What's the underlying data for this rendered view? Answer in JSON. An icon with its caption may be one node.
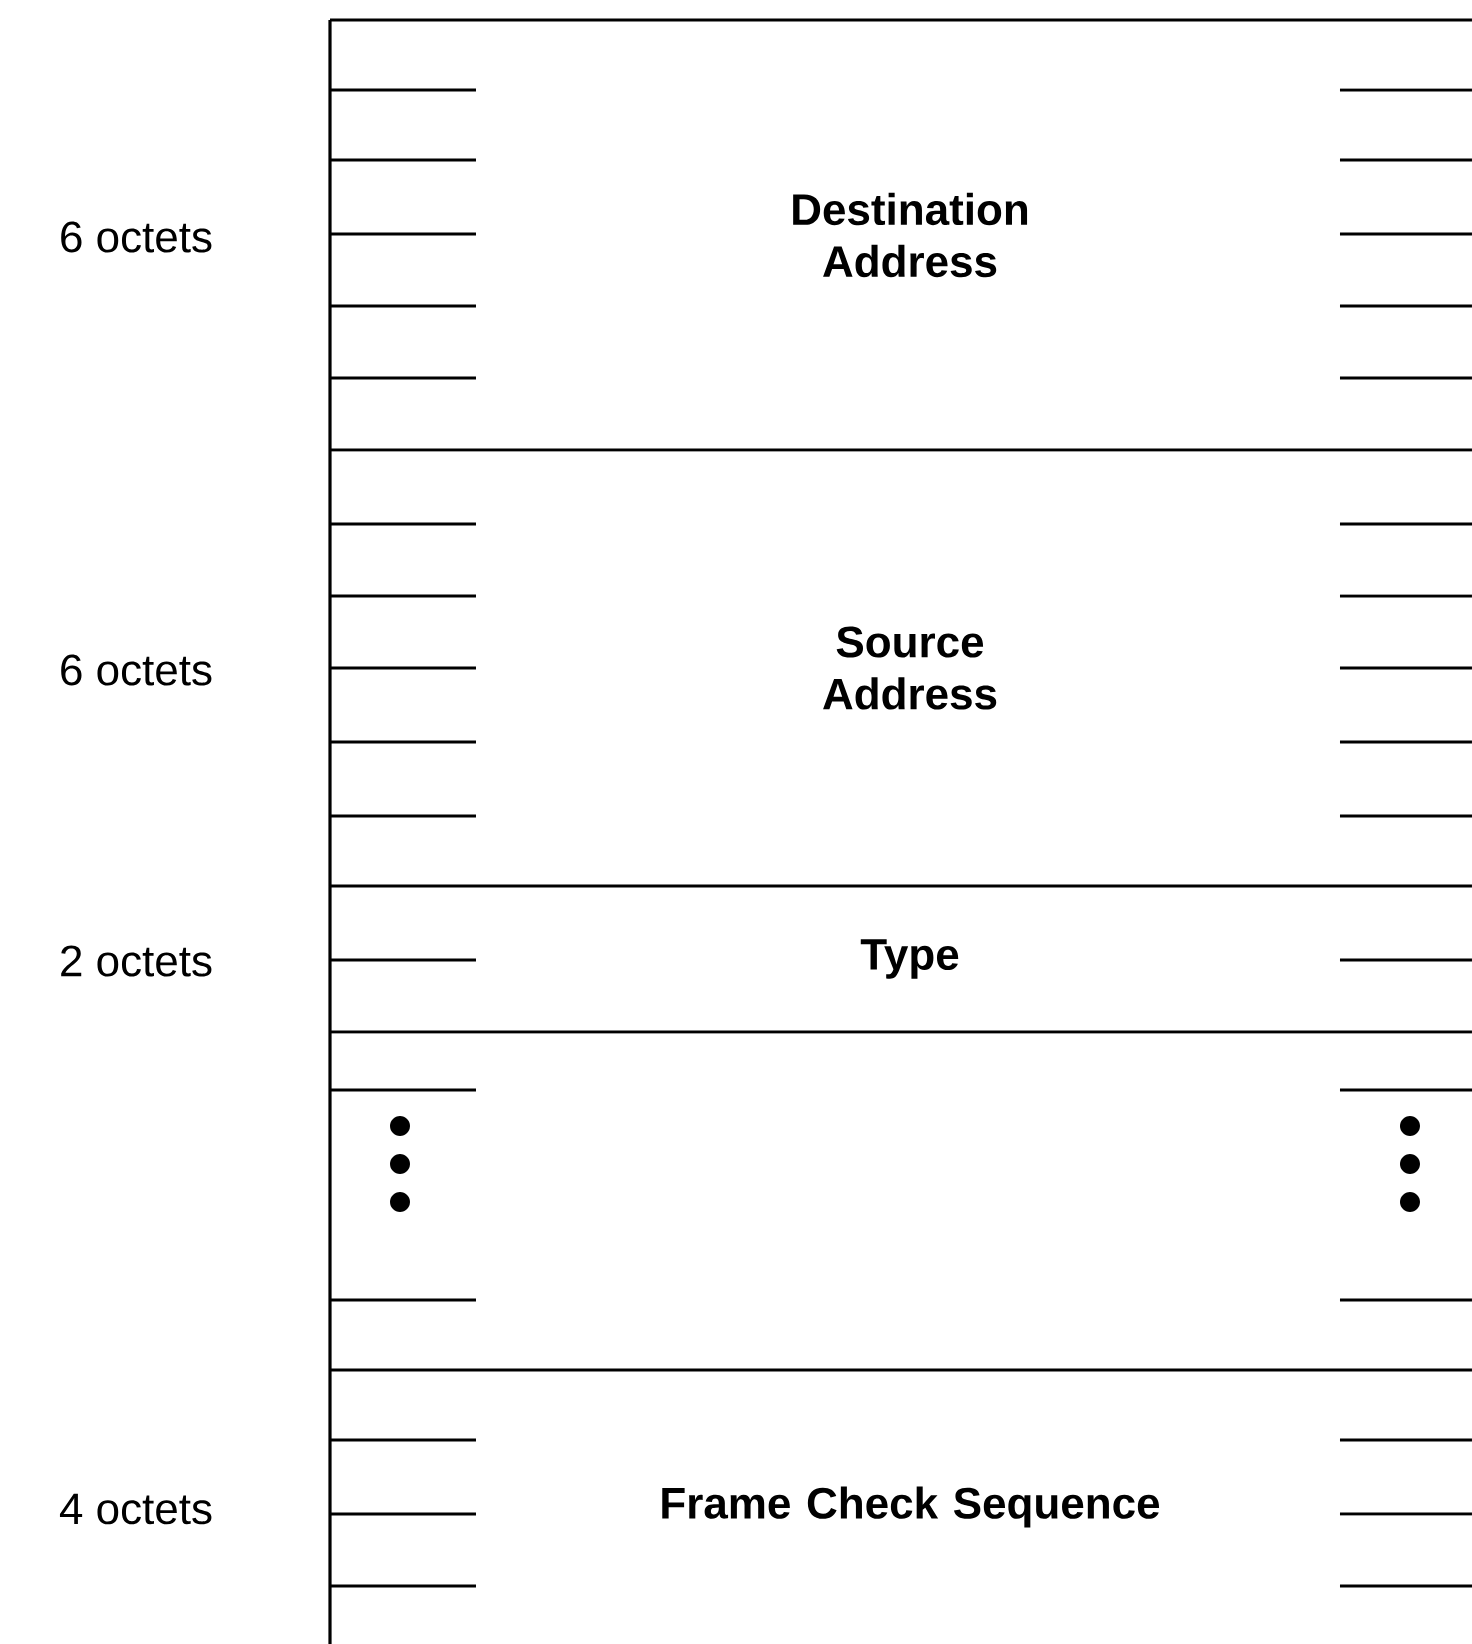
{
  "diagram": {
    "nodes": [
      {
        "text": [
          "Destination Address"
        ],
        "beside": [
          "6 octets"
        ]
      },
      {
        "text": [
          "Source Address"
        ],
        "beside": [
          "6 octets"
        ]
      },
      {
        "text": [
          "Type"
        ],
        "beside": [
          "2 octets"
        ]
      },
      {
        "text": [],
        "shape": "box"
      },
      {
        "text": [
          "Frame Check Sequence"
        ],
        "beside": [
          "4 octets"
        ]
      }
    ]
  }
}
